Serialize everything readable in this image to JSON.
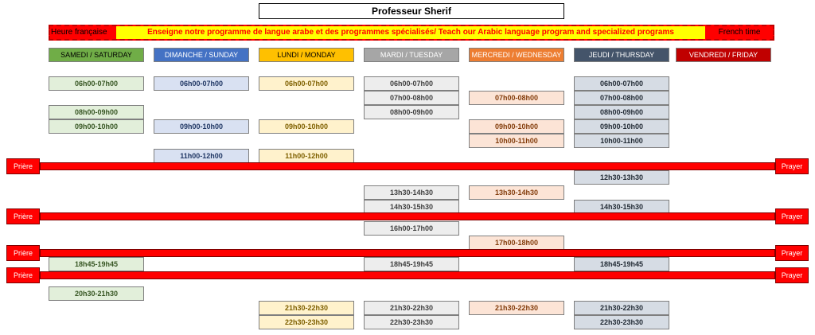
{
  "title": "Professeur Sherif",
  "banner": {
    "left": "Heure française",
    "center": "Enseigne notre programme de langue arabe et des programmes spécialisés/ Teach our Arabic language program and specialized programs",
    "right": "French time"
  },
  "days": [
    {
      "label": "SAMEDI / SATURDAY",
      "header_bg": "#70ad47",
      "slot_bg": "#e2efda"
    },
    {
      "label": "DIMANCHE / SUNDAY",
      "header_bg": "#4472c4",
      "slot_bg": "#d9e1f2"
    },
    {
      "label": "LUNDI / MONDAY",
      "header_bg": "#ffc000",
      "slot_bg": "#fff2cc"
    },
    {
      "label": "MARDI / TUESDAY",
      "header_bg": "#a6a6a6",
      "slot_bg": "#ededed"
    },
    {
      "label": "MERCREDI / WEDNESDAY",
      "header_bg": "#ed7d31",
      "slot_bg": "#fce4d6"
    },
    {
      "label": "JEUDI / THURSDAY",
      "header_bg": "#44546a",
      "slot_bg": "#d6dce4"
    },
    {
      "label": "VENDREDI / FRIDAY",
      "header_bg": "#c00000",
      "slot_bg": "#ffffff"
    }
  ],
  "schedule": {
    "saturday": [
      "06h00-07h00",
      "08h00-09h00",
      "09h00-10h00",
      "18h45-19h45",
      "20h30-21h30"
    ],
    "sunday": [
      "06h00-07h00",
      "09h00-10h00",
      "11h00-12h00"
    ],
    "monday": [
      "06h00-07h00",
      "09h00-10h00",
      "11h00-12h00",
      "21h30-22h30",
      "22h30-23h30"
    ],
    "tuesday": [
      "06h00-07h00",
      "07h00-08h00",
      "08h00-09h00",
      "13h30-14h30",
      "14h30-15h30",
      "16h00-17h00",
      "18h45-19h45",
      "21h30-22h30",
      "22h30-23h30"
    ],
    "wednesday": [
      "07h00-08h00",
      "09h00-10h00",
      "10h00-11h00",
      "13h30-14h30",
      "17h00-18h00",
      "21h30-22h30"
    ],
    "thursday": [
      "06h00-07h00",
      "07h00-08h00",
      "08h00-09h00",
      "09h00-10h00",
      "10h00-11h00",
      "12h30-13h30",
      "14h30-15h30",
      "18h45-19h45",
      "21h30-22h30",
      "22h30-23h30"
    ]
  },
  "prayer": {
    "left_label": "Prière",
    "right_label": "Prayer"
  },
  "colors": {
    "saturday_text": "#375623",
    "sunday_text": "#203764",
    "monday_text": "#7f6000",
    "tuesday_text": "#404040",
    "wednesday_text": "#833c0b",
    "thursday_text": "#222b35",
    "prayer": "#ff0000"
  }
}
